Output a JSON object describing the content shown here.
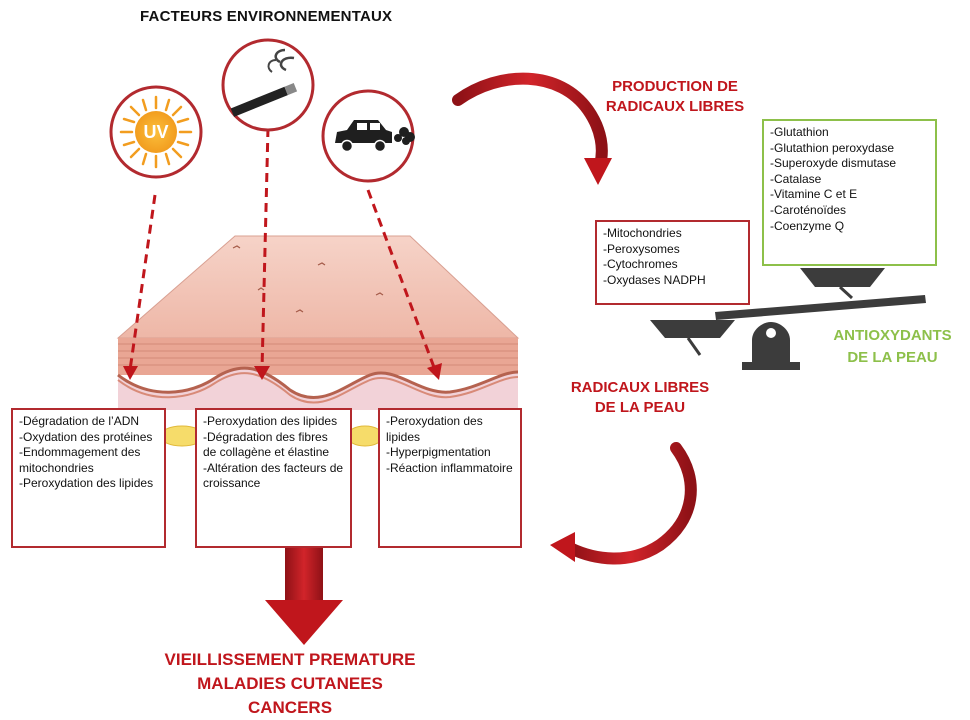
{
  "header": {
    "title": "FACTEURS ENVIRONNEMENTAUX"
  },
  "icons": {
    "uv_label": "UV"
  },
  "production": {
    "line1": "PRODUCTION DE",
    "line2": "RADICAUX LIBRES"
  },
  "sources": {
    "items": [
      "-Mitochondries",
      "-Peroxysomes",
      "-Cytochromes",
      "-Oxydases NADPH"
    ]
  },
  "antioxidants_list": {
    "items": [
      "-Glutathion",
      "-Glutathion peroxydase",
      "-Superoxyde dismutase",
      "-Catalase",
      "-Vitamine C et E",
      "-Caroténoïdes",
      "-Coenzyme Q"
    ]
  },
  "antioxidants_label": {
    "line1": "ANTIOXYDANTS",
    "line2": "DE LA PEAU"
  },
  "radicals_label": {
    "line1": "RADICAUX LIBRES",
    "line2": "DE LA PEAU"
  },
  "effects": [
    {
      "items": [
        "-Dégradation de l’ADN",
        "-Oxydation des protéines",
        "-Endommagement des mitochondries",
        "-Peroxydation des lipides"
      ]
    },
    {
      "items": [
        "-Peroxydation des lipides",
        "-Dégradation des fibres de collagène et élastine",
        "-Altération des facteurs de croissance"
      ]
    },
    {
      "items": [
        "-Peroxydation des lipides",
        "-Hyperpigmentation",
        "-Réaction inflammatoire"
      ]
    }
  ],
  "outcomes": {
    "line1": "VIEILLISSEMENT PREMATURE",
    "line2": "MALADIES CUTANEES",
    "line3": "CANCERS"
  },
  "colors": {
    "red": "#c0161c",
    "box_border": "#b22a2f",
    "green": "#8dc04a",
    "skin": "#f2c1b3",
    "scale": "#404040"
  }
}
